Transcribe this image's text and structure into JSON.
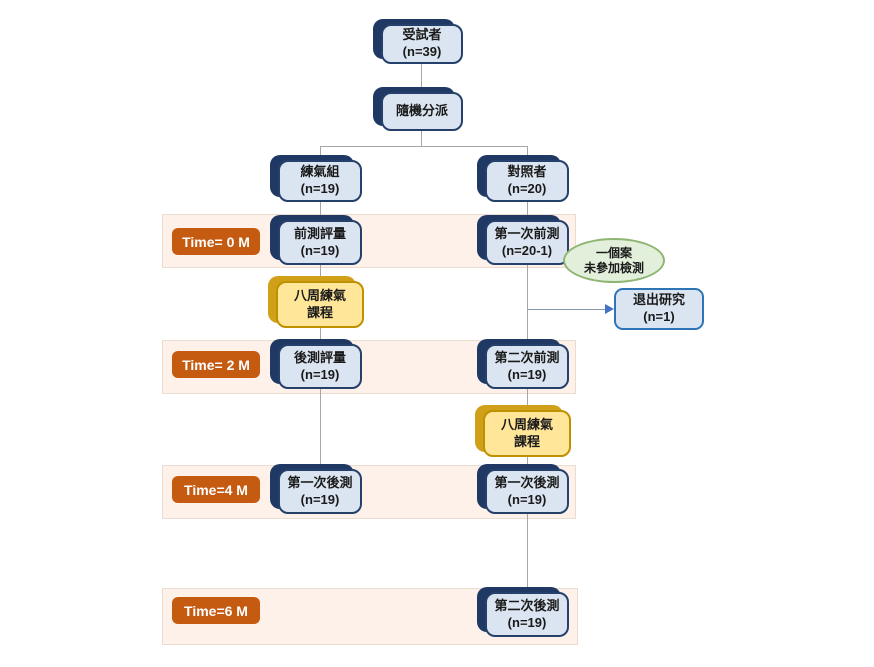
{
  "diagram_title": "study-flow-diagram",
  "colors": {
    "node_fill": "#dbe5f1",
    "node_border": "#24406b",
    "node_shadow": "#1f3864",
    "course_fill": "#ffe699",
    "course_border": "#bf9000",
    "band_fill": "#fdf1e9",
    "time_chip": "#c55a11",
    "oval_fill": "#e2efda",
    "oval_border": "#8fb573",
    "withdraw_border": "#2e75b6",
    "line": "#a6a6a6",
    "arrow": "#4472c4"
  },
  "time_labels": [
    "Time= 0 M",
    "Time= 2 M",
    "Time=4 M",
    "Time=6 M"
  ],
  "nodes": {
    "subjects": {
      "line1": "受試者",
      "line2": "(n=39)"
    },
    "randomize": {
      "line1": "隨機分派"
    },
    "group_left": {
      "line1": "練氣組",
      "line2": "(n=19)"
    },
    "group_right": {
      "line1": "對照者",
      "line2": "(n=20)"
    },
    "pretest_left": {
      "line1": "前測評量",
      "line2": "(n=19)"
    },
    "first_pretest_right": {
      "line1": "第一次前測",
      "line2": "(n=20-1)"
    },
    "course_left": {
      "line1": "八周練氣",
      "line2": "課程"
    },
    "posttest_left": {
      "line1": "後測評量",
      "line2": "(n=19)"
    },
    "second_pretest_right": {
      "line1": "第二次前測",
      "line2": "(n=19)"
    },
    "course_right": {
      "line1": "八周練氣",
      "line2": "課程"
    },
    "first_posttest_left": {
      "line1": "第一次後測",
      "line2": "(n=19)"
    },
    "first_posttest_right": {
      "line1": "第一次後測",
      "line2": "(n=19)"
    },
    "second_posttest_right": {
      "line1": "第二次後測",
      "line2": "(n=19)"
    },
    "dropout_note": {
      "line1": "一個案",
      "line2": "未參加檢測"
    },
    "withdraw": {
      "line1": "退出研究",
      "line2": "(n=1)"
    }
  }
}
